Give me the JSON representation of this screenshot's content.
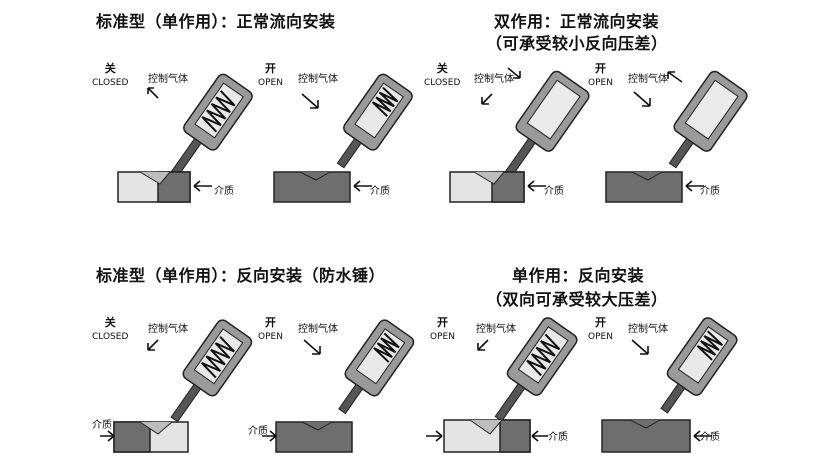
{
  "sections": [
    {
      "title": "标准型（单作用）：正常流向安装"
    },
    {
      "title": "双作用：正常流向安装",
      "subtitle": "（可承受较小反向压差）"
    },
    {
      "title": "标准型（单作用）：反向安装（防水锤）"
    },
    {
      "title": "单作用：反向安装",
      "subtitle": "（双向可承受较大压差）"
    }
  ],
  "states": {
    "closed_cn": "关",
    "closed_en": "CLOSED",
    "open_cn": "开",
    "open_en": "OPEN"
  },
  "labels": {
    "control_gas": "控制气体",
    "medium": "介质"
  },
  "colors": {
    "fluid_dark": "#6e6e6e",
    "fluid_light": "#e4e4e4",
    "body": "#9a9a9a",
    "metal": "#bdbdbd"
  }
}
